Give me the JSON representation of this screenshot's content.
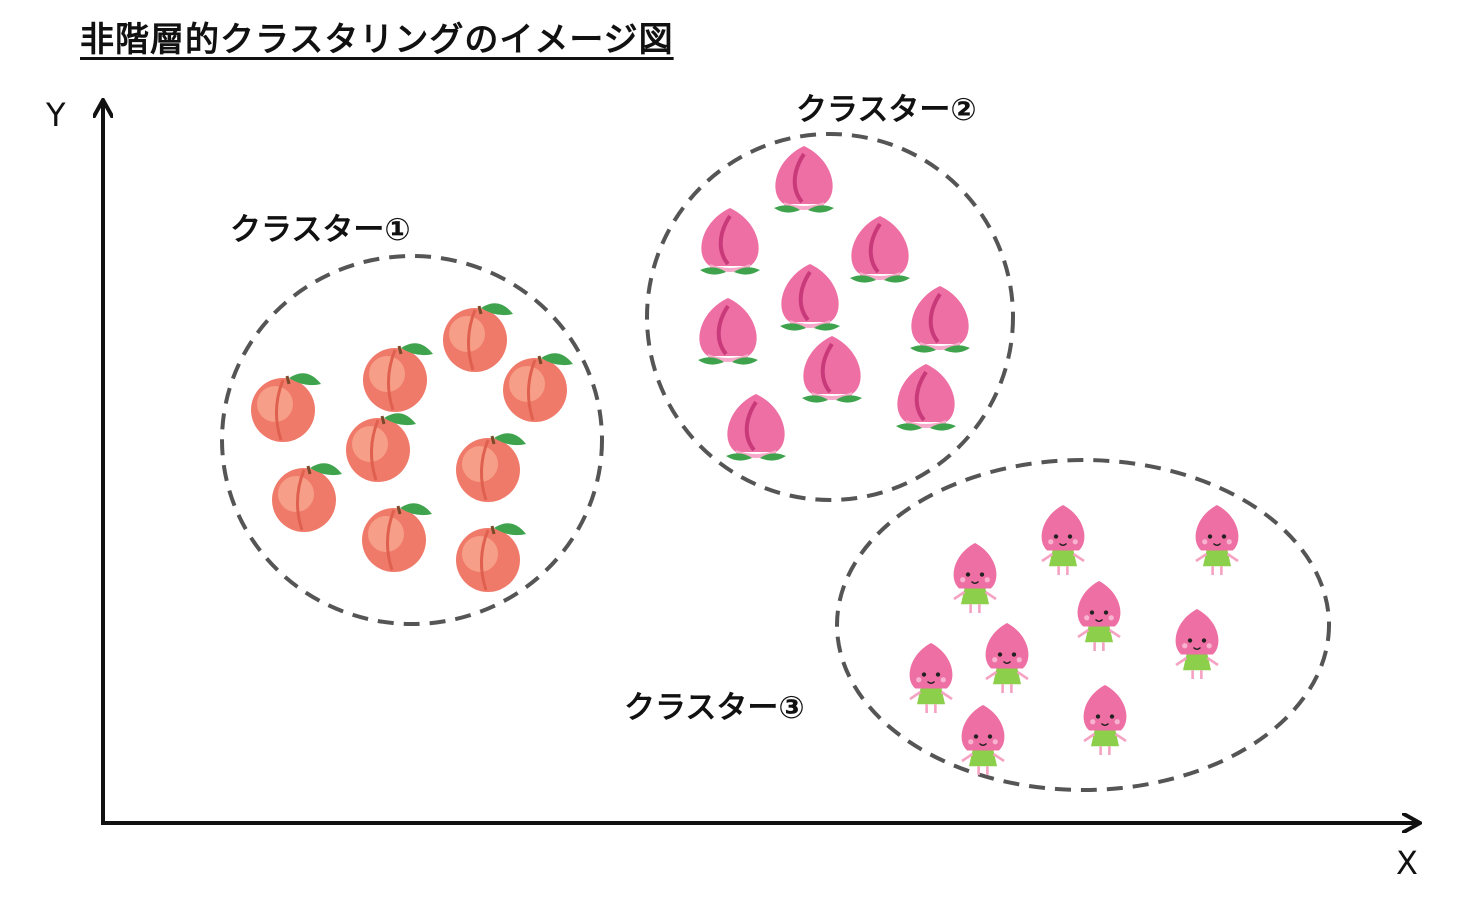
{
  "title": "非階層的クラスタリングのイメージ図",
  "axes": {
    "x_label": "X",
    "y_label": "Y"
  },
  "clusters": [
    {
      "label": "クラスター①",
      "member_icon": "peach-fruit-icon",
      "member_count": 9
    },
    {
      "label": "クラスター②",
      "member_icon": "momo-peach-icon",
      "member_count": 9
    },
    {
      "label": "クラスター③",
      "member_icon": "peach-character-icon",
      "member_count": 9
    }
  ],
  "colors": {
    "axis": "#111111",
    "cluster_border": "#555555",
    "peach_fruit": "#f07a6a",
    "peach_fruit_highlight": "#f8a88f",
    "momo": "#ee6fa3",
    "momo_dark": "#c83a7a",
    "leaf": "#3fa34d",
    "dress": "#8bcf4a",
    "skin": "#f5a3c2"
  }
}
